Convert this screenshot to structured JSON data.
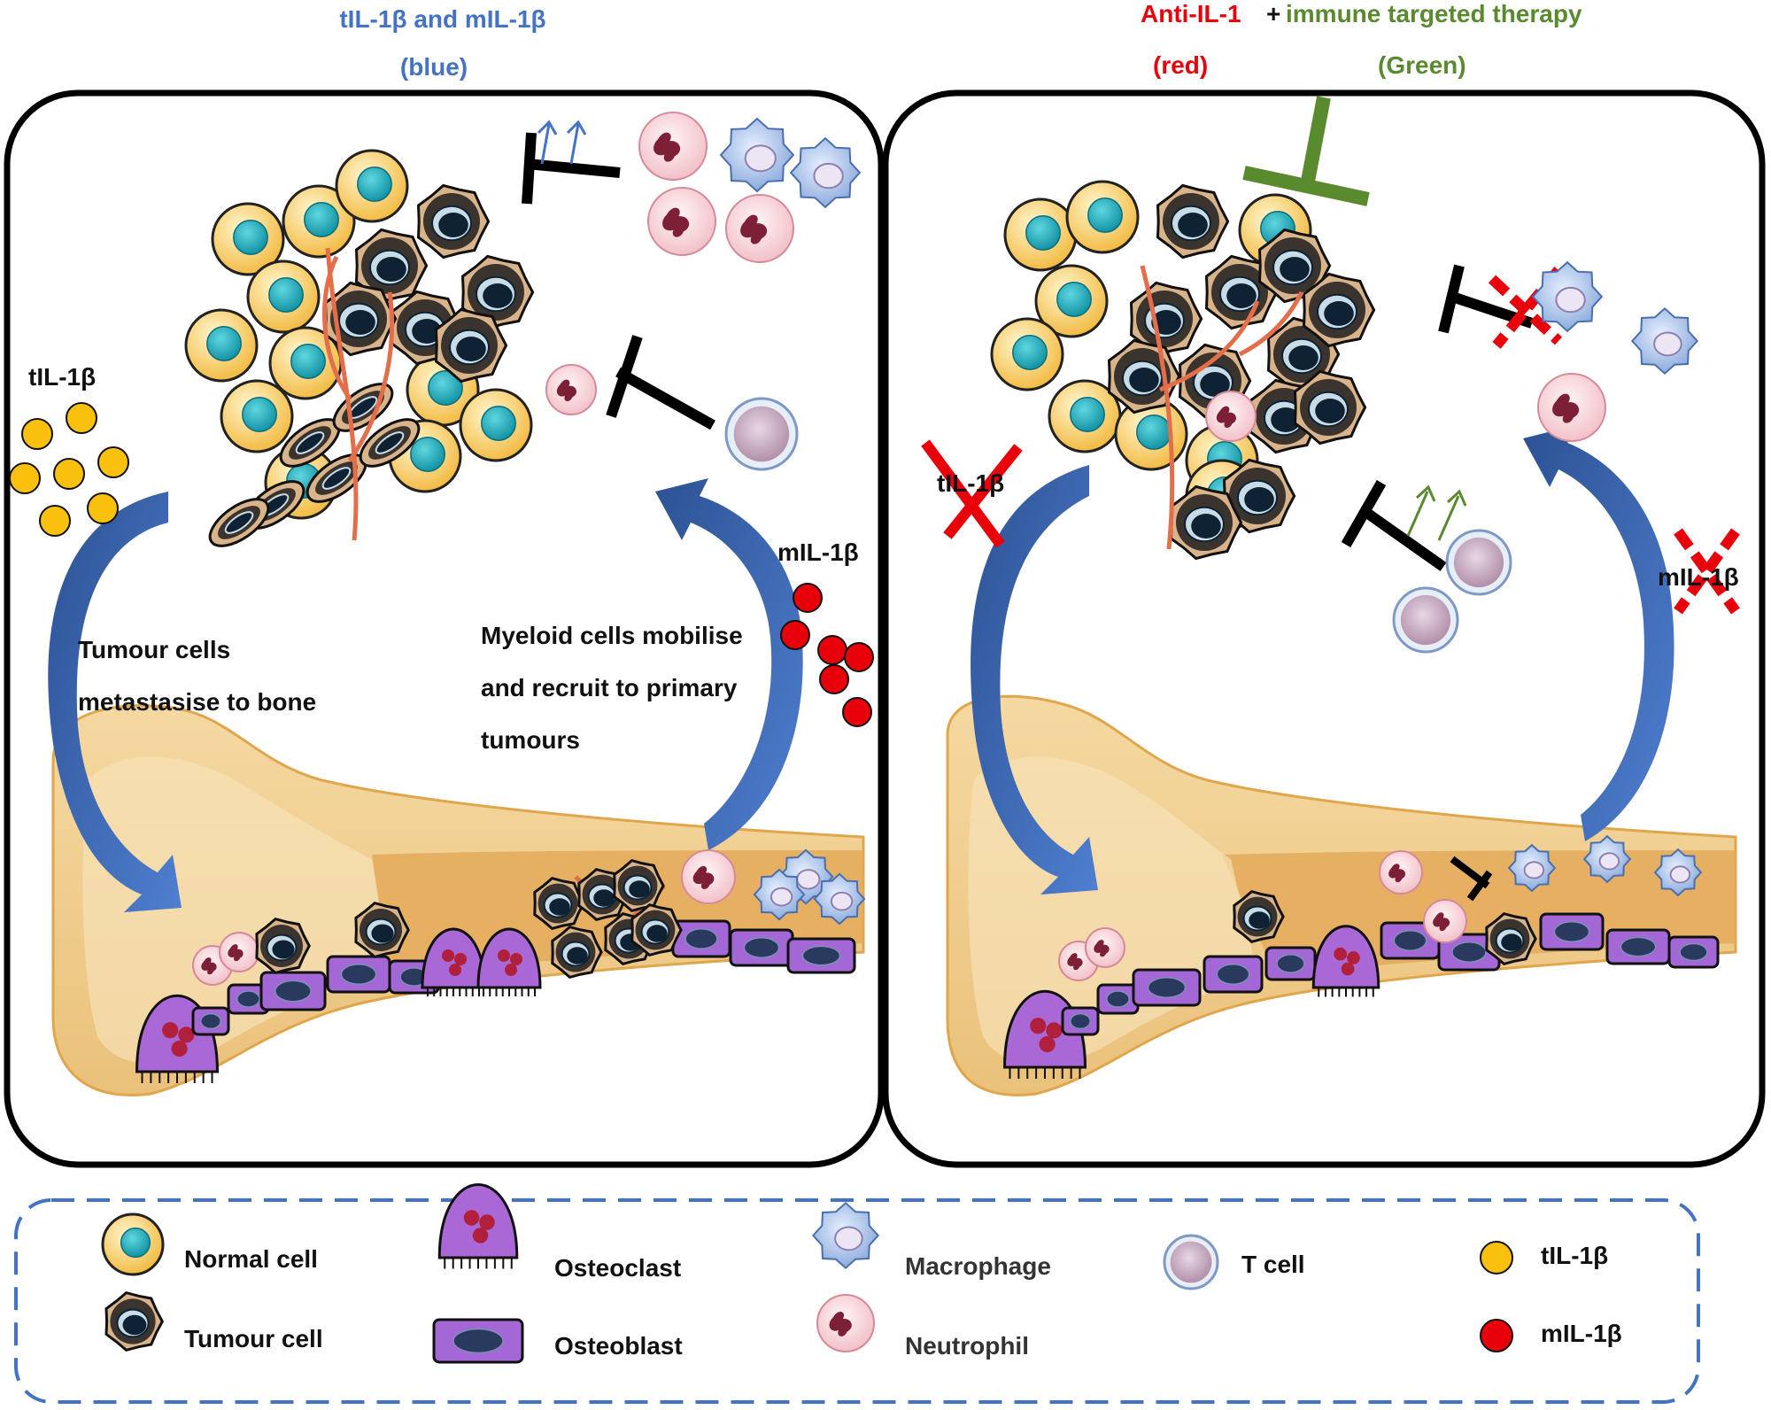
{
  "header_left": {
    "title": "tIL-1β and mIL-1β",
    "subtitle": "(blue)",
    "color": "#4472c4"
  },
  "header_right": {
    "red_text": "Anti-IL-1",
    "plus": "+",
    "green_text": "immune targeted therapy",
    "red_sub": "(red)",
    "green_sub": "(Green)",
    "red_color": "#e8000b",
    "green_color": "#5a8a2e"
  },
  "left_panel": {
    "til_label": "tIL-1β",
    "mil_label": "mIL-1β",
    "tumour_text_1": "Tumour cells",
    "tumour_text_2": "metastasise to bone",
    "myeloid_text_1": "Myeloid cells mobilise",
    "myeloid_text_2": "and recruit to primary",
    "myeloid_text_3": "tumours"
  },
  "right_panel": {
    "til_label": "tIL-1β",
    "mil_label": "mIL-1β"
  },
  "legend": {
    "normal_cell": "Normal cell",
    "tumour_cell": "Tumour cell",
    "osteoclast": "Osteoclast",
    "osteoblast": "Osteoblast",
    "macrophage": "Macrophage",
    "neutrophil": "Neutrophil",
    "t_cell": "T cell",
    "til": "tIL-1β",
    "mil": "mIL-1β"
  },
  "colors": {
    "arrow_blue": "#3a63b0",
    "normal_cell": "#f7c64a",
    "nucleus": "#1aa6b6",
    "tumour_cell": "#3a3128",
    "osteoblast": "#9b59c9",
    "osteoclast": "#a65ed0",
    "bone": "#f2d29b",
    "marrow": "#e9b266",
    "til_dot": "#f9c10e",
    "mil_dot": "#e8000b",
    "neutrophil": "#f6c9cf",
    "macrophage": "#9cb7e0",
    "t_cell": "#c5a9c3"
  }
}
